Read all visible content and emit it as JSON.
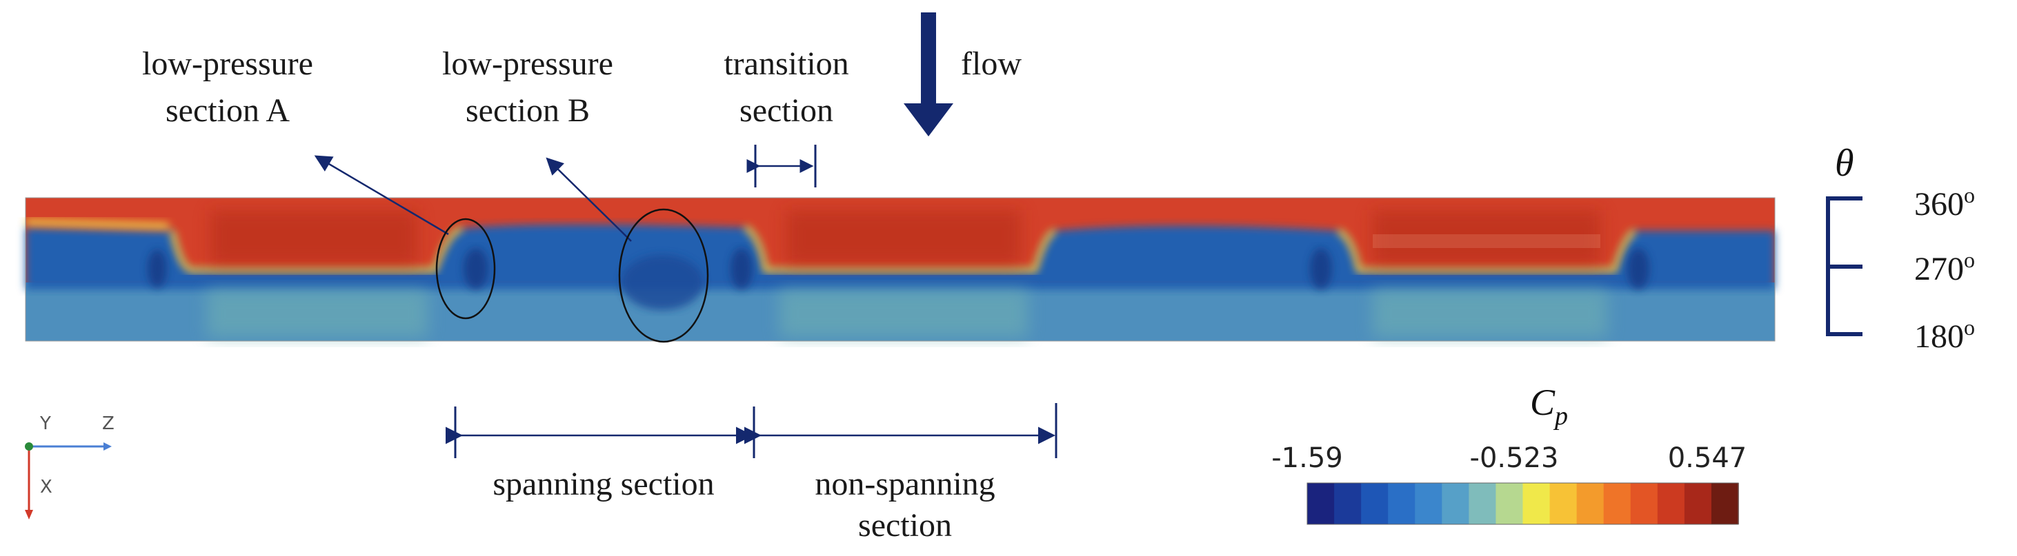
{
  "annotations": {
    "lp_a_line1": "low-pressure",
    "lp_a_line2": "section A",
    "lp_b_line1": "low-pressure",
    "lp_b_line2": "section B",
    "transition_line1": "transition",
    "transition_line2": "section",
    "flow": "flow",
    "spanning": "spanning section",
    "non_spanning_line1": "non-spanning",
    "non_spanning_line2": "section"
  },
  "theta_scale": {
    "symbol": "θ",
    "ticks": [
      "360",
      "270",
      "180"
    ],
    "unit": "o"
  },
  "colorbar": {
    "label_main": "C",
    "label_sub": "p",
    "min_label": "-1.59",
    "mid_label": "-0.523",
    "max_label": "0.547",
    "colors": [
      "#1a237e",
      "#1b3a9a",
      "#1e56b6",
      "#2a6fc6",
      "#3b86cc",
      "#56a0c8",
      "#7fbcbb",
      "#b6d890",
      "#f0e84a",
      "#f7c236",
      "#f39b2c",
      "#ef7428",
      "#e35525",
      "#cc3a20",
      "#a8281a",
      "#6e1c12"
    ]
  },
  "triad": {
    "y": "Y",
    "z": "Z",
    "x": "X",
    "z_color": "#4a7fd4",
    "x_color": "#d23a2a",
    "y_color": "#2a8a3a"
  },
  "colors": {
    "high_pressure": "#d9412a",
    "low_pressure": "#1f5fae",
    "annotation": "#14286e"
  }
}
